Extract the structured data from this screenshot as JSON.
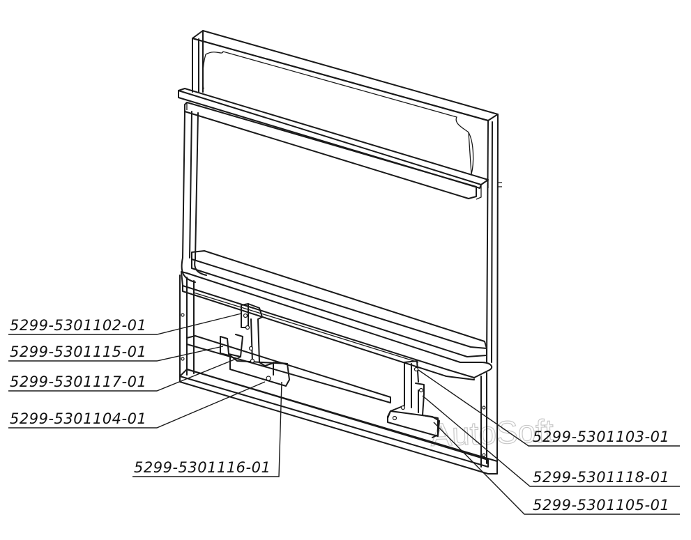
{
  "watermark": "AutoSoft",
  "labels": [
    {
      "id": "p1102",
      "text": "5299-5301102-01"
    },
    {
      "id": "p1115",
      "text": "5299-5301115-01"
    },
    {
      "id": "p1117",
      "text": "5299-5301117-01"
    },
    {
      "id": "p1104",
      "text": "5299-5301104-01"
    },
    {
      "id": "p1116",
      "text": "5299-5301116-01"
    },
    {
      "id": "p1103",
      "text": "5299-5301103-01"
    },
    {
      "id": "p1118",
      "text": "5299-5301118-01"
    },
    {
      "id": "p1105",
      "text": "5299-5301105-01"
    }
  ]
}
